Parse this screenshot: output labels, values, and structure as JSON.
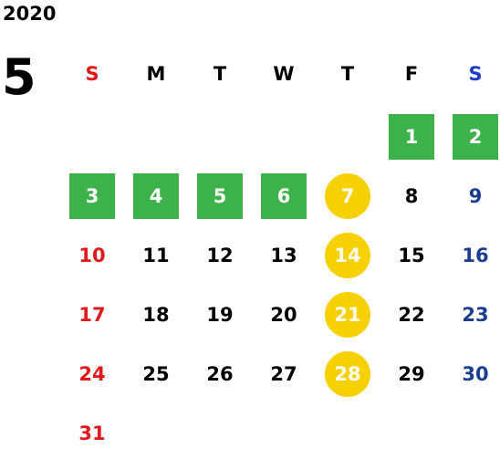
{
  "year": "2020",
  "month": "5",
  "colors": {
    "sunday": "#e01a1a",
    "saturday_header": "#1f3cc7",
    "saturday": "#1a3d8f",
    "weekday": "#000000",
    "holiday_bg": "#3db24a",
    "highlight_bg": "#f7d000",
    "on_fill_text": "#ffffff"
  },
  "weekdays": [
    {
      "label": "S",
      "kind": "sunday"
    },
    {
      "label": "M",
      "kind": "weekday"
    },
    {
      "label": "T",
      "kind": "weekday"
    },
    {
      "label": "W",
      "kind": "weekday"
    },
    {
      "label": "T",
      "kind": "weekday"
    },
    {
      "label": "F",
      "kind": "weekday"
    },
    {
      "label": "S",
      "kind": "saturday"
    }
  ],
  "first_weekday_index": 5,
  "days_in_month": 31,
  "holidays": [
    1,
    2,
    3,
    4,
    5,
    6
  ],
  "highlighted": [
    7,
    14,
    21,
    28
  ]
}
